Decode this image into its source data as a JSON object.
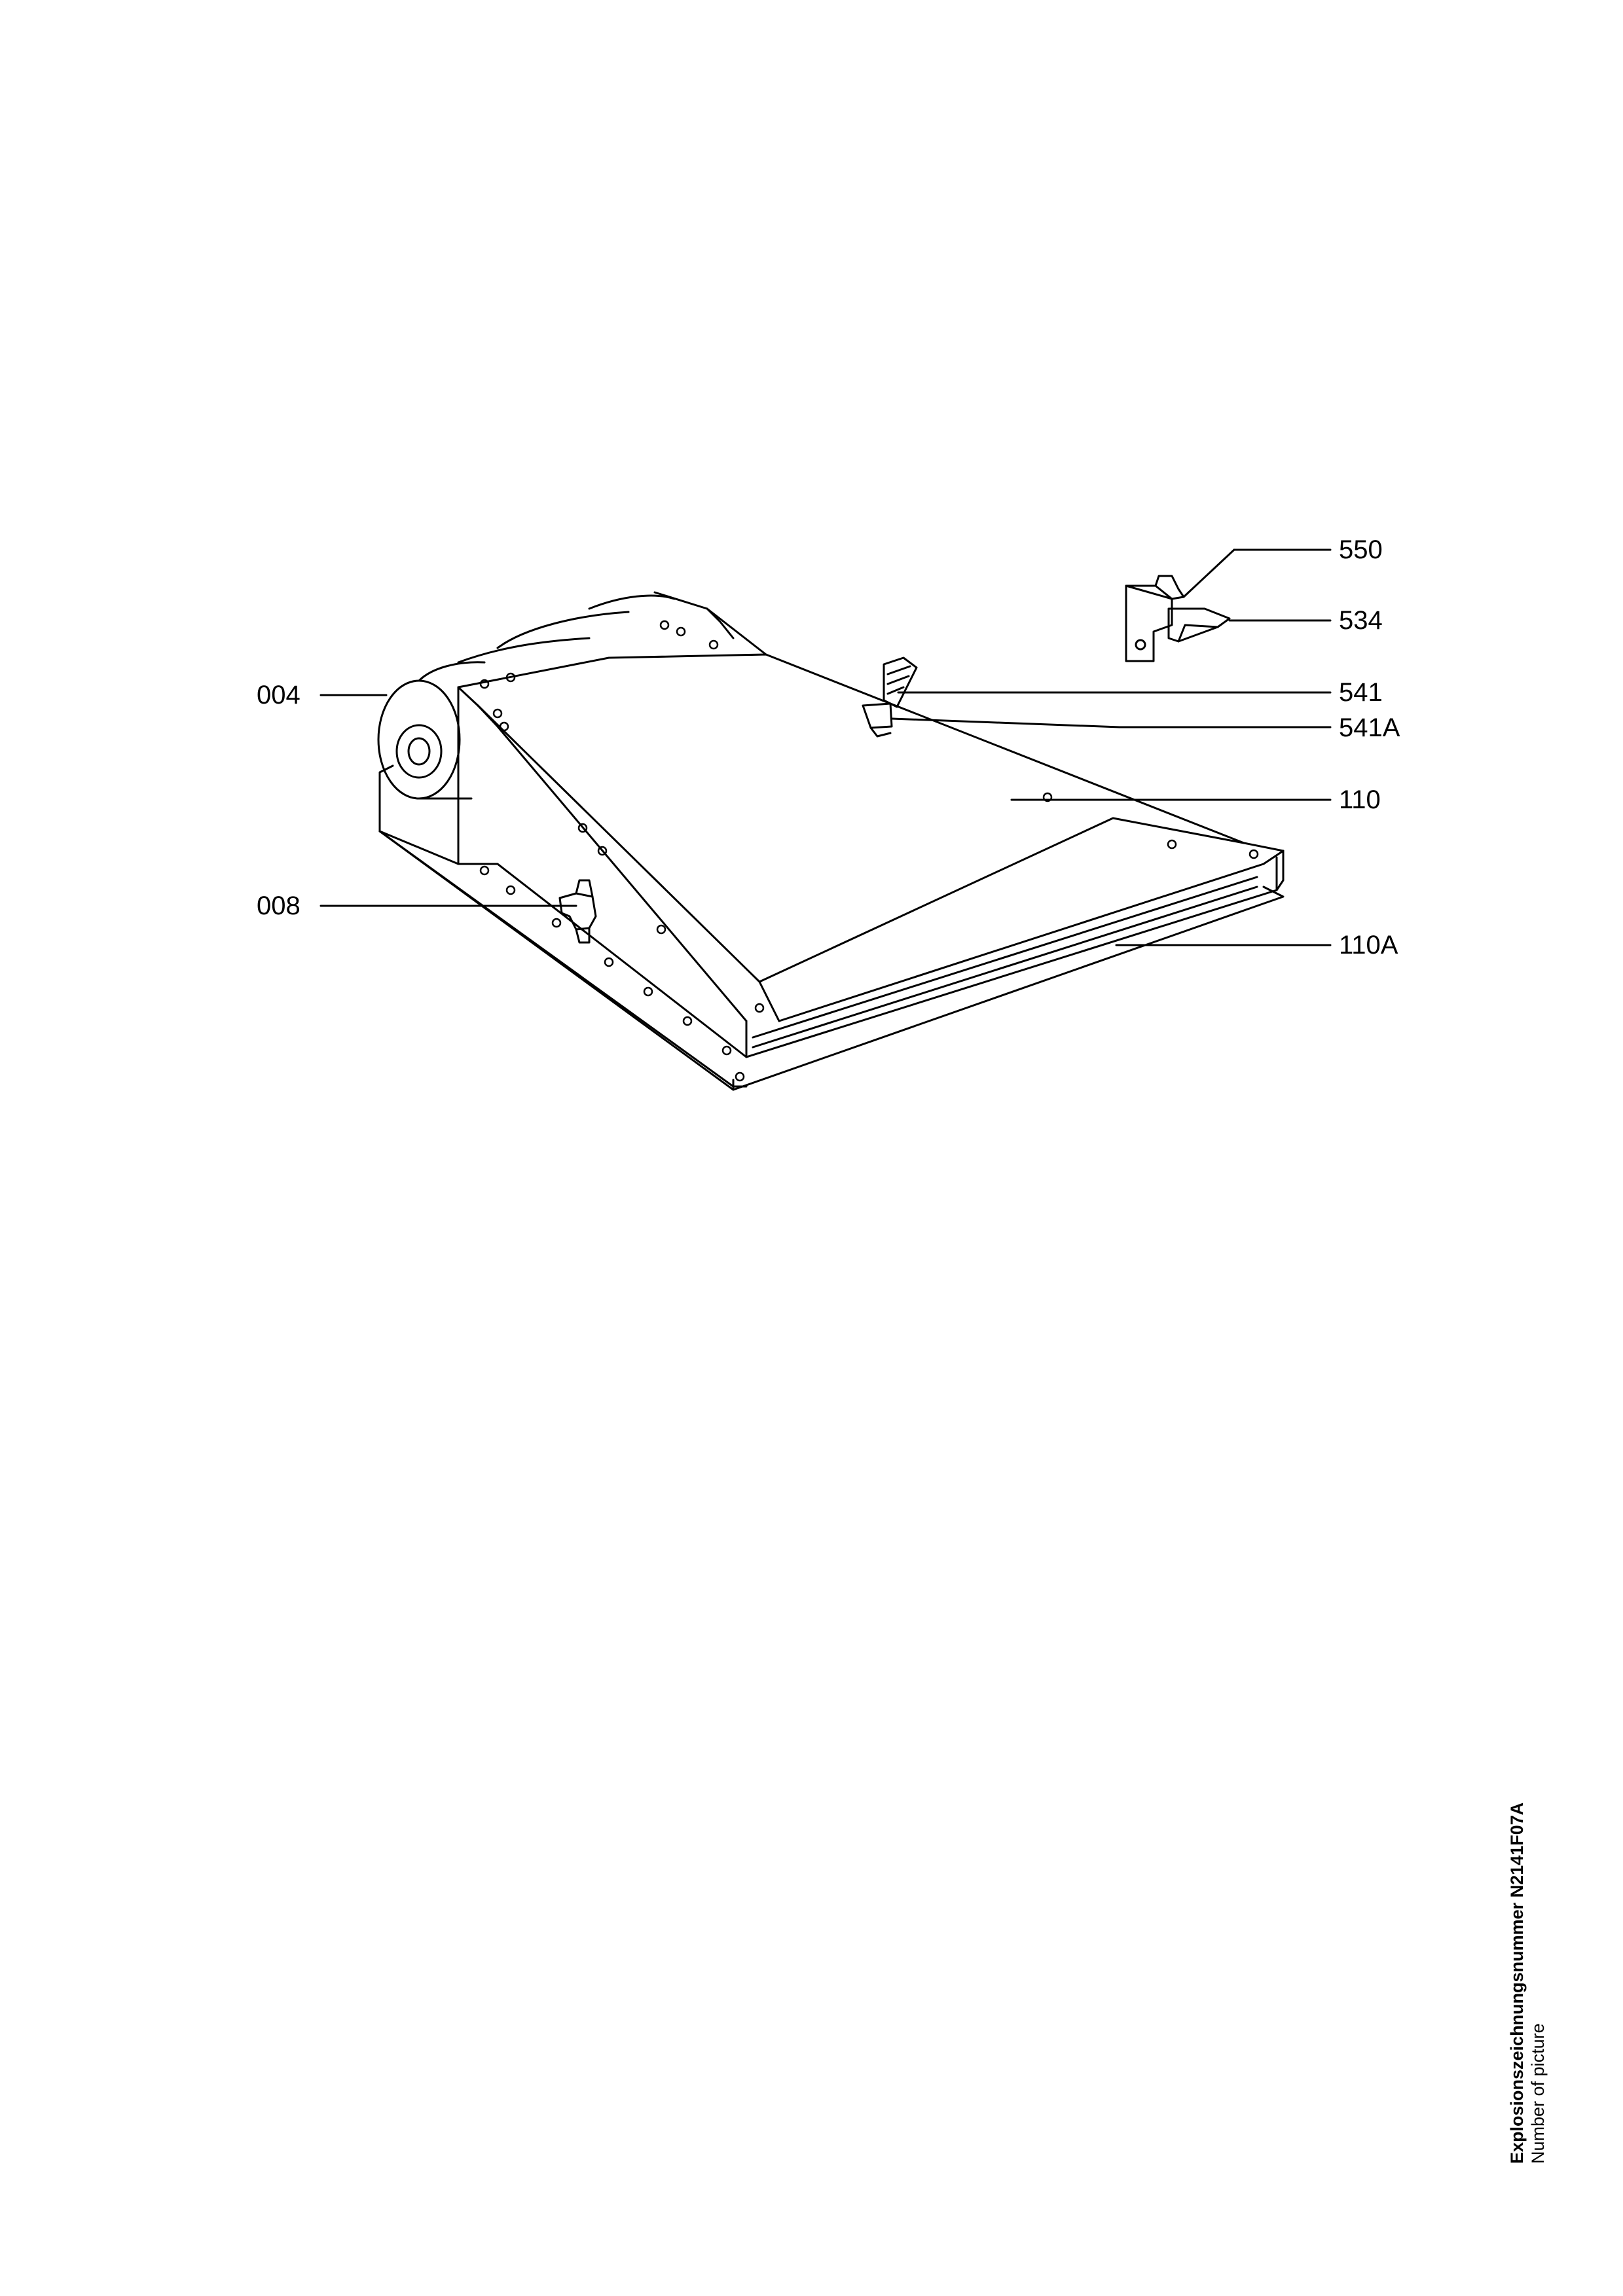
{
  "labels": {
    "p550": "550",
    "p534": "534",
    "p541": "541",
    "p541a": "541A",
    "p110": "110",
    "p004": "004",
    "p008": "008",
    "p110a": "110A"
  },
  "caption": {
    "line1": "Explosionszeichnungsnummer N2141F07A",
    "line2": "Number of picture"
  },
  "colors": {
    "line": "#000000",
    "background": "#ffffff"
  }
}
